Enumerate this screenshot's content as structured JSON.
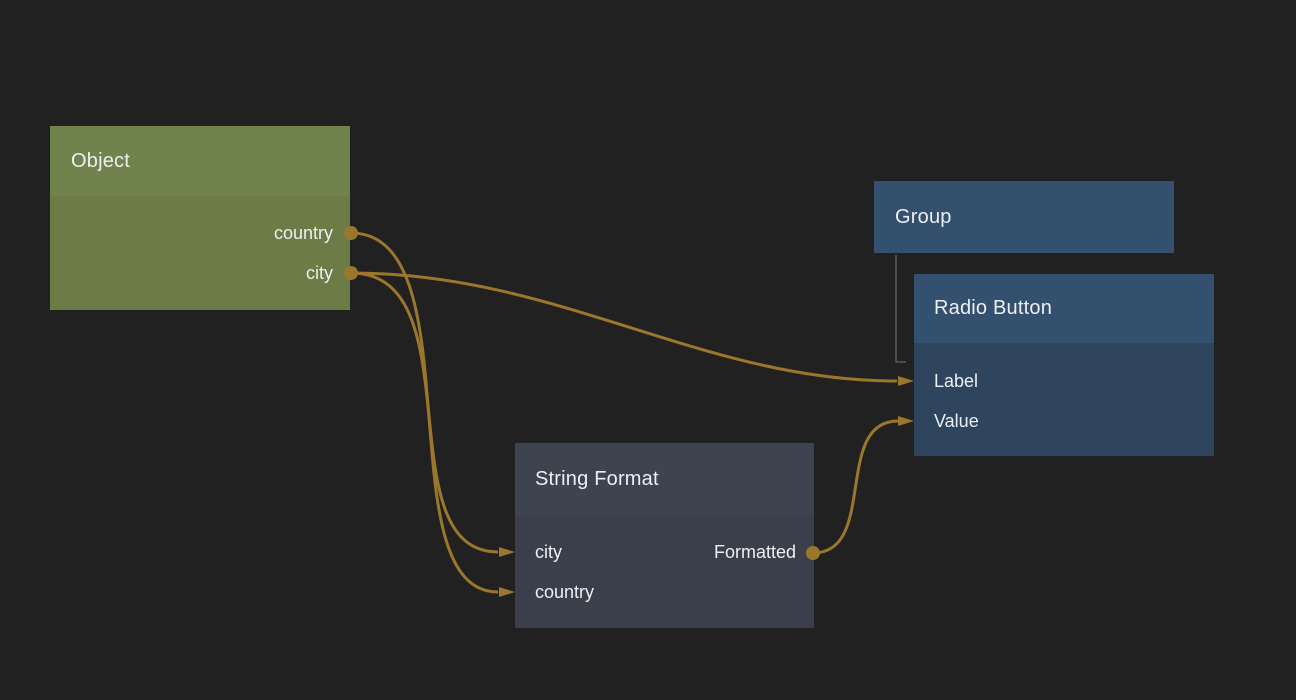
{
  "colors": {
    "bg": "#212121",
    "wire": "#9A772C",
    "green_header": "#71834C",
    "green_body": "#6C7C47",
    "blue_header": "#33506F",
    "blue_body": "#2F455E",
    "slate_header": "#3E4350",
    "slate_body": "#3B3F4B",
    "text": "#EDEFF2",
    "group_link": "#6F6F6F"
  },
  "nodes": {
    "object": {
      "title": "Object",
      "outputs": [
        "country",
        "city"
      ]
    },
    "group": {
      "title": "Group"
    },
    "radio_button": {
      "title": "Radio Button",
      "inputs": [
        "Label",
        "Value"
      ]
    },
    "string_format": {
      "title": "String Format",
      "inputs": [
        "city",
        "country"
      ],
      "outputs": [
        "Formatted"
      ]
    }
  },
  "connections": [
    {
      "from": "Object.country",
      "to": "String Format.country"
    },
    {
      "from": "Object.city",
      "to": "String Format.city"
    },
    {
      "from": "Object.city",
      "to": "Radio Button.Label"
    },
    {
      "from": "String Format.Formatted",
      "to": "Radio Button.Value"
    },
    {
      "from": "Group",
      "to": "Radio Button",
      "type": "group-child"
    }
  ]
}
